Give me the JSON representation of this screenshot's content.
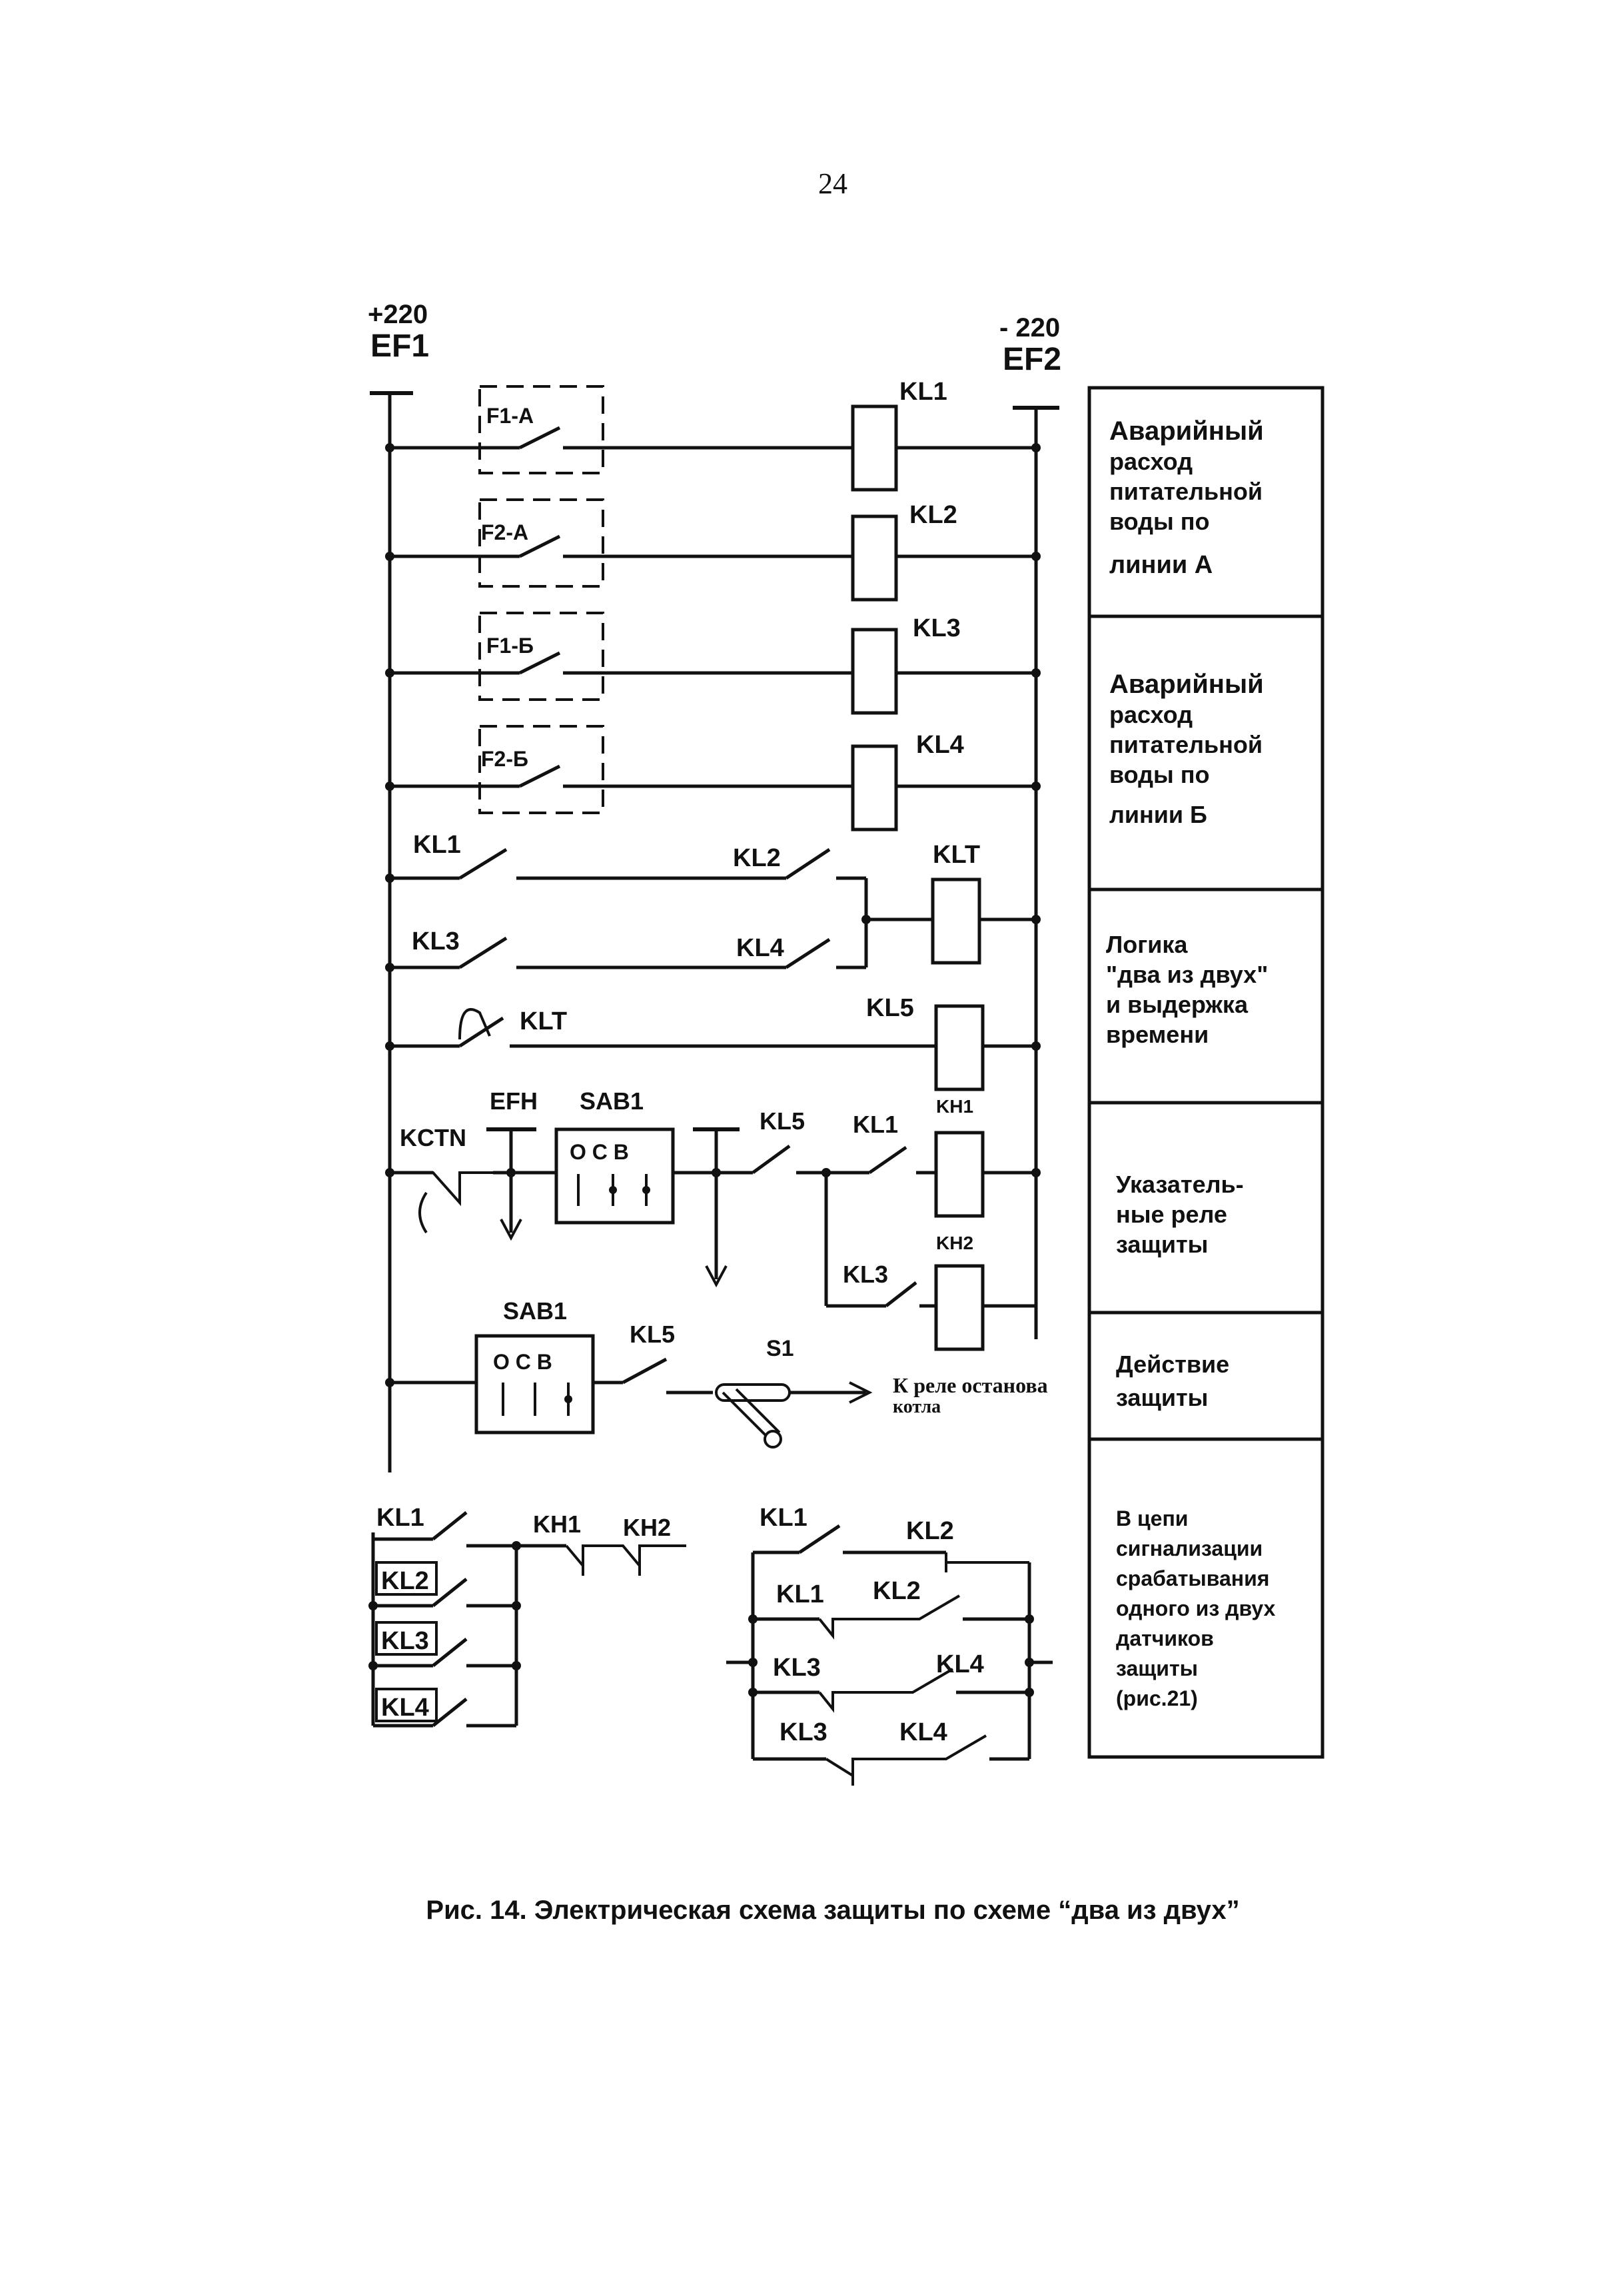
{
  "page_number": "24",
  "rails": {
    "left_voltage": "+220",
    "left_name": "EF1",
    "right_voltage": "- 220",
    "right_name": "EF2"
  },
  "labels": {
    "f1a": "F1-A",
    "f2a": "F2-A",
    "f1b": "F1-Б",
    "f2b": "F2-Б",
    "kl1_coil": "KL1",
    "kl2_coil": "KL2",
    "kl3_coil": "KL3",
    "kl4_coil": "KL4",
    "kl1_c": "KL1",
    "kl2_c": "KL2",
    "klt_coil": "KLT",
    "kl3_c": "KL3",
    "kl4_c": "KL4",
    "klt_c": "KLT",
    "kl5_coil": "KL5",
    "efh": "EFH",
    "sab1_a": "SAB1",
    "kctn": "KCTN",
    "ocv_a": "О С В",
    "kl5_c1": "KL5",
    "kl1_c2": "KL1",
    "kh1_coil": "KH1",
    "kh2_coil": "KH2",
    "kl3_c2": "KL3",
    "sab1_b": "SAB1",
    "ocv_b": "О С В",
    "kl5_c2": "KL5",
    "s1": "S1",
    "to_relay_1": "К реле останова",
    "to_relay_2": "котла",
    "bl_kl1": "KL1",
    "bl_kl2": "KL2",
    "bl_kl3": "KL3",
    "bl_kl4": "KL4",
    "bl_kh1": "KH1",
    "bl_kh2": "KH2",
    "br_kl1a": "KL1",
    "br_kl2a": "KL2",
    "br_kl1b": "KL1",
    "br_kl2b": "KL2",
    "br_kl3a": "KL3",
    "br_kl4a": "KL4",
    "br_kl3b": "KL3",
    "br_kl4b": "KL4"
  },
  "side_panel": [
    {
      "lines": [
        "Аварийный",
        "расход",
        "питательной",
        "воды по",
        "линии А"
      ]
    },
    {
      "lines": [
        "Аварийный",
        "расход",
        "питательной",
        "воды по",
        "линии Б"
      ]
    },
    {
      "lines": [
        "Логика",
        "\"два из двух\"",
        "и выдержка",
        "времени"
      ]
    },
    {
      "lines": [
        "Указатель-",
        "ные реле",
        "защиты"
      ]
    },
    {
      "lines": [
        "Действие",
        "защиты"
      ]
    },
    {
      "lines": [
        "В цепи",
        "сигнализации",
        "срабатывания",
        "одного из двух",
        "датчиков",
        "защиты",
        "(рис.21)"
      ]
    }
  ],
  "caption": "Рис. 14. Электрическая схема защиты по схеме “два из двух”"
}
